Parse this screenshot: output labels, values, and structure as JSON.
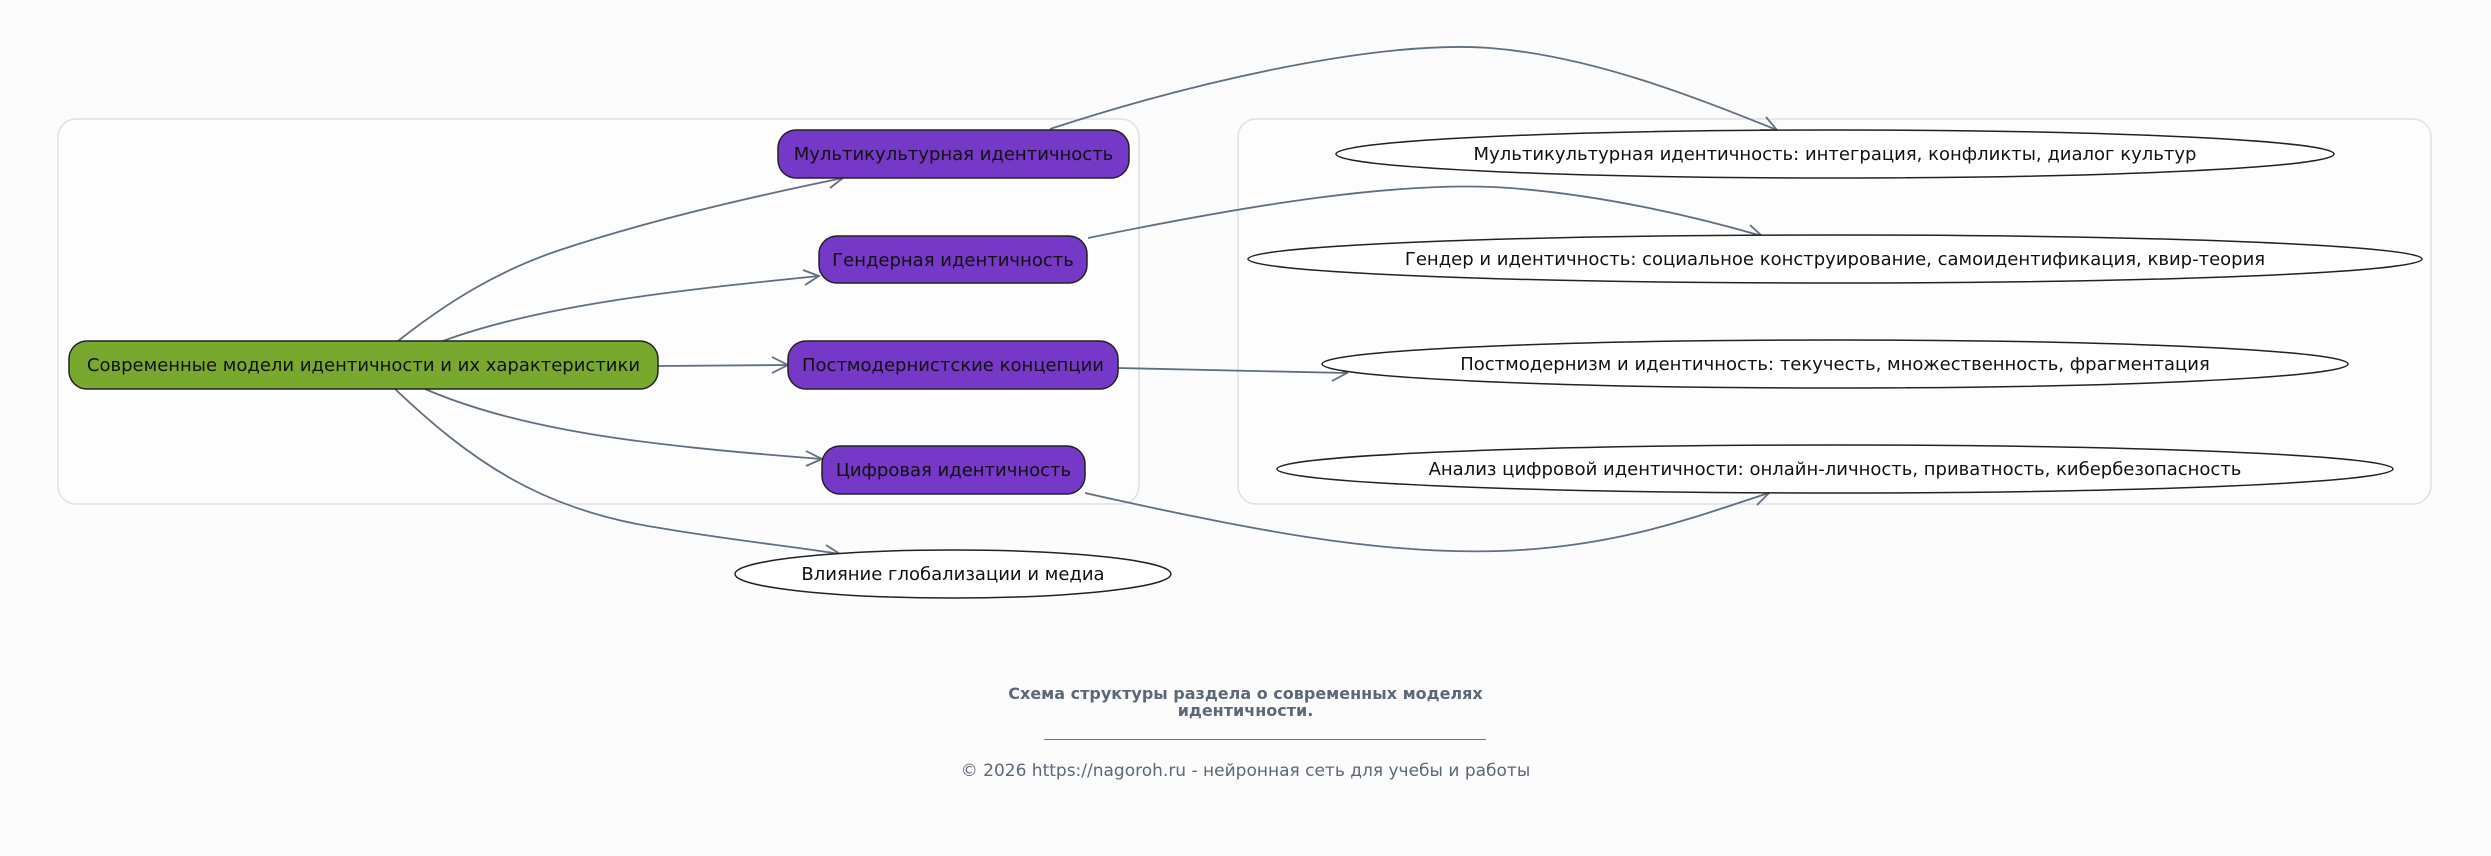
{
  "diagram": {
    "colors": {
      "root_fill": "#78a92e",
      "topic_fill": "#7638c6",
      "leaf_fill": "#ffffff",
      "edge": "#5f6f81",
      "cluster_border": "#e0e0e0",
      "caption": "#5b6878"
    },
    "nodes": {
      "root": "Современные модели идентичности и их характеристики",
      "multicultural": "Мультикультурная идентичность",
      "gender": "Гендерная идентичность",
      "postmodern": "Постмодернистские концепции",
      "digital": "Цифровая идентичность",
      "globalization": "Влияние глобализации и медиа",
      "multicultural_detail": "Мультикультурная идентичность: интеграция, конфликты, диалог культур",
      "gender_detail": "Гендер и идентичность: социальное конструирование, самоидентификация, квир-теория",
      "postmodern_detail": "Постмодернизм и идентичность: текучесть, множественность, фрагментация",
      "digital_detail": "Анализ цифровой идентичности: онлайн-личность, приватность, кибербезопасность"
    },
    "edges": [
      {
        "from": "root",
        "to": "multicultural"
      },
      {
        "from": "root",
        "to": "gender"
      },
      {
        "from": "root",
        "to": "postmodern"
      },
      {
        "from": "root",
        "to": "digital"
      },
      {
        "from": "root",
        "to": "globalization"
      },
      {
        "from": "multicultural",
        "to": "multicultural_detail"
      },
      {
        "from": "gender",
        "to": "gender_detail"
      },
      {
        "from": "postmodern",
        "to": "postmodern_detail"
      },
      {
        "from": "digital",
        "to": "digital_detail"
      }
    ]
  },
  "caption": {
    "title_line1": "Схема структуры раздела о современных моделях",
    "title_line2": "идентичности.",
    "copyright": "© 2026 https://nagoroh.ru - нейронная сеть для учебы и работы"
  }
}
